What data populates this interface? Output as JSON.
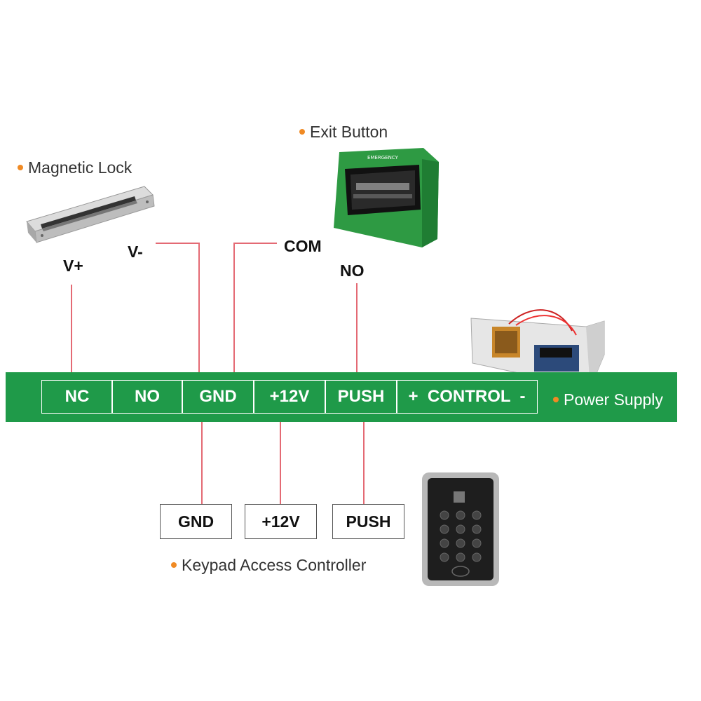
{
  "devices": {
    "magnetic_lock": {
      "label": "Magnetic Lock",
      "pins": [
        "V+",
        "V-"
      ]
    },
    "exit_button": {
      "label": "Exit Button",
      "pins": [
        "COM",
        "NO"
      ]
    },
    "power_supply": {
      "label": "Power Supply"
    },
    "keypad": {
      "label": "Keypad Access Controller"
    }
  },
  "terminal_block": {
    "terminals": [
      "NC",
      "NO",
      "GND",
      "+12V",
      "PUSH",
      "+  CONTROL  -"
    ]
  },
  "keypad_terminals": [
    "GND",
    "+12V",
    "PUSH"
  ],
  "colors": {
    "bar": "#1f9a49",
    "wire": "#e46a74",
    "bullet": "#f08a24"
  }
}
